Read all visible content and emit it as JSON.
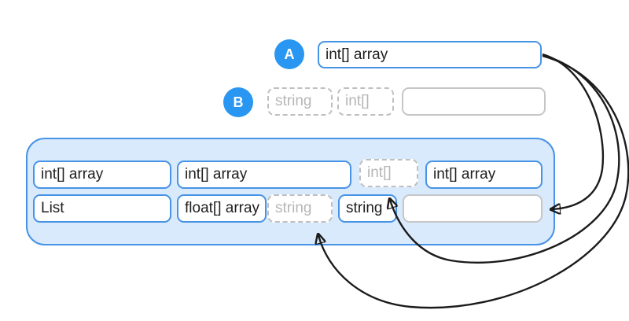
{
  "palette": {
    "badge_blue": "#2997f1",
    "block_border_blue": "#4793e6",
    "pool_fill": "#d9eafc",
    "pool_border": "#4793e6",
    "ghost_border": "#bfbfbf",
    "ghost_text": "#b6b6b6",
    "empty_slot_border": "#c6c6c6",
    "arrow_color": "#1b1b1b"
  },
  "badges": {
    "a": "A",
    "b": "B"
  },
  "row_a": {
    "block": "int[] array"
  },
  "row_b": {
    "ghost_string": "string",
    "ghost_int": "int[]",
    "empty_slot": ""
  },
  "pool": {
    "row1": [
      "int[] array",
      "int[] array",
      "int[]",
      "int[] array"
    ],
    "row2": [
      "List",
      "float[] array",
      "string",
      "string",
      ""
    ]
  },
  "arrows": [
    {
      "name": "arrow-a-to-empty-slot-row2",
      "from": "block-a",
      "to": "pool-row2-empty-slot"
    },
    {
      "name": "arrow-a-to-int-ghost-row1",
      "from": "block-a",
      "to": "pool-row1-ghost-int"
    },
    {
      "name": "arrow-a-to-string-ghost-row2",
      "from": "block-a",
      "to": "pool-row2-ghost-string"
    }
  ]
}
